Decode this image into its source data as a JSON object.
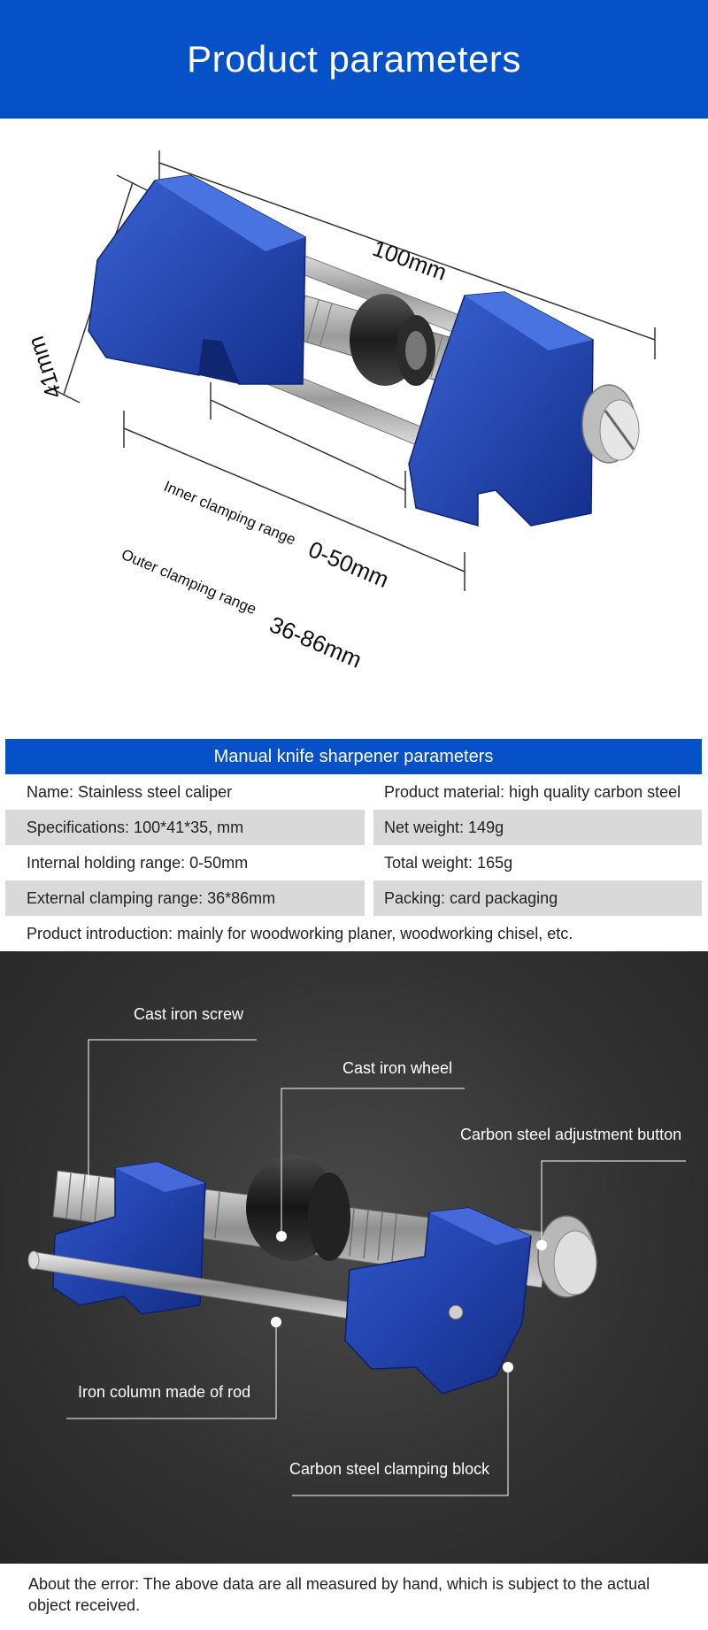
{
  "banner": {
    "title": "Product parameters"
  },
  "dimensions": {
    "length": "100mm",
    "width": "41mm",
    "inner_label": "Inner clamping range",
    "inner_value": "0-50mm",
    "outer_label": "Outer clamping range",
    "outer_value": "36-86mm"
  },
  "params": {
    "header": "Manual knife sharpener parameters",
    "rows": [
      {
        "left": "Name: Stainless steel caliper",
        "right": "Product material: high quality carbon steel"
      },
      {
        "left": "Specifications: 100*41*35, mm",
        "right": "Net weight: 149g"
      },
      {
        "left": "Internal holding range: 0-50mm",
        "right": "Total weight: 165g"
      },
      {
        "left": "External clamping range: 36*86mm",
        "right": "Packing: card packaging"
      }
    ],
    "intro": "Product introduction: mainly for woodworking planer, woodworking chisel, etc."
  },
  "parts": {
    "screw": "Cast iron screw",
    "wheel": "Cast iron wheel",
    "button": "Carbon steel adjustment button",
    "rod": "Iron column made of rod",
    "block": "Carbon steel clamping block"
  },
  "colors": {
    "brand_blue": "#0650c8",
    "part_blue": "#1e3fae"
  },
  "note": "About the error: The above data are all measured by hand, which is subject to the actual object received."
}
